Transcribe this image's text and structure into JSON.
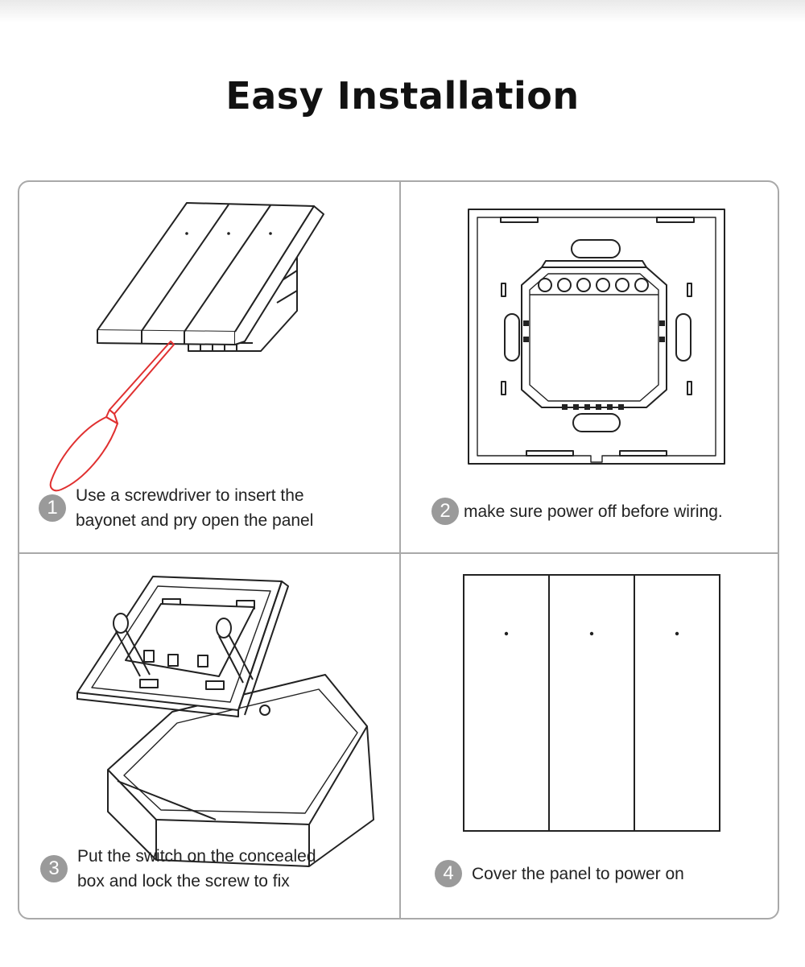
{
  "title": "Easy Installation",
  "steps": [
    {
      "number": "1",
      "text": "Use a screwdriver to insert the\nbayonet and pry open the panel"
    },
    {
      "number": "2",
      "text": "make sure power off before wiring."
    },
    {
      "number": "3",
      "text": "Put the switch on the concealed\nbox and lock the screw to fix"
    },
    {
      "number": "4",
      "text": "Cover the panel to power on"
    }
  ],
  "colors": {
    "border": "#a9a9a9",
    "badge": "#9a9a9a",
    "screwdriver": "#e03030",
    "line": "#222222"
  }
}
